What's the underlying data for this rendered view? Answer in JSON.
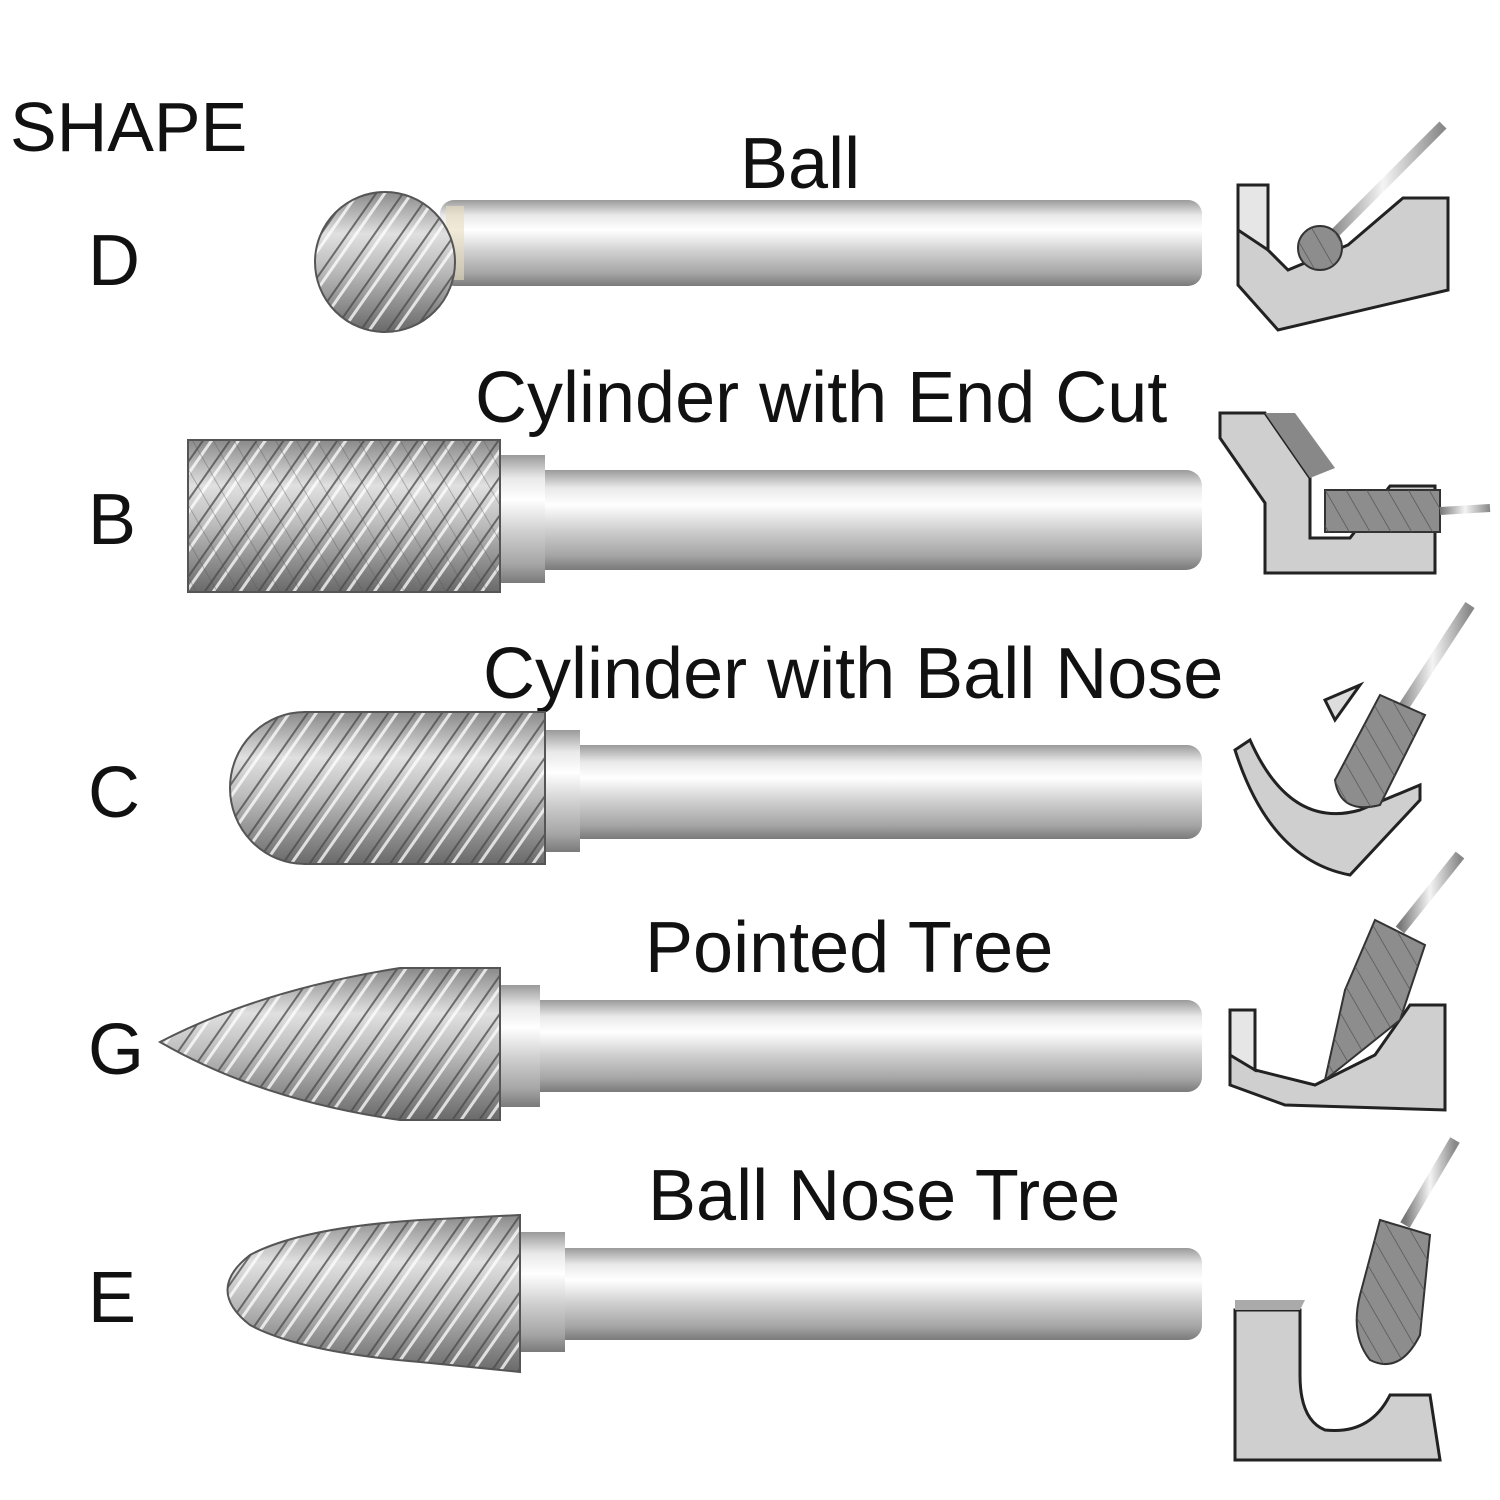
{
  "heading": "SHAPE",
  "shapes": [
    {
      "code": "D",
      "name": "Ball"
    },
    {
      "code": "B",
      "name": "Cylinder with End Cut"
    },
    {
      "code": "C",
      "name": "Cylinder with Ball Nose"
    },
    {
      "code": "G",
      "name": "Pointed Tree"
    },
    {
      "code": "E",
      "name": "Ball Nose Tree"
    }
  ],
  "colors": {
    "steel_light": "#f2f2f2",
    "steel_mid": "#bfbfbf",
    "steel_dark": "#6f6f6f",
    "workpiece": "#c8c8c8",
    "outline": "#222222"
  }
}
